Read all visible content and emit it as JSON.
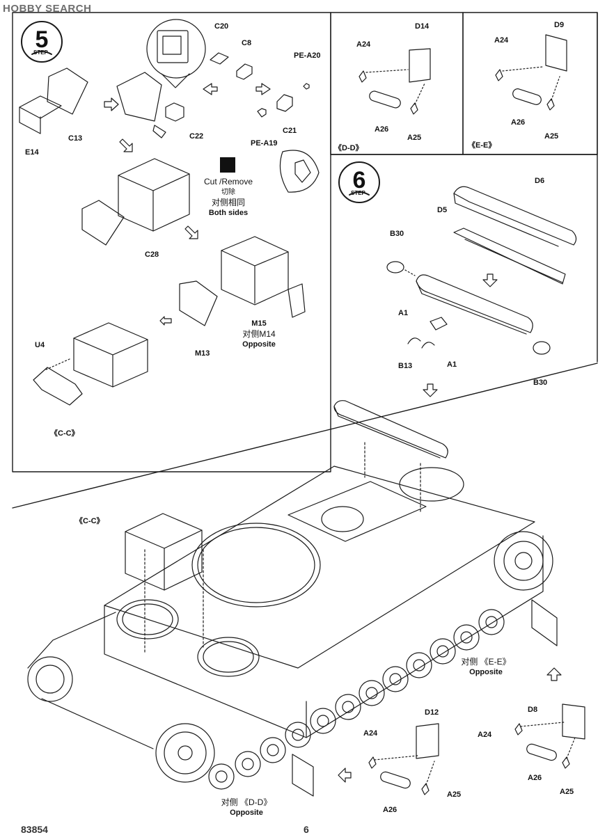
{
  "watermark": "HOBBY SEARCH",
  "steps": [
    {
      "number": "5",
      "word": "STEP"
    },
    {
      "number": "6",
      "word": "STEP"
    }
  ],
  "step5": {
    "parts": [
      "C20",
      "C8",
      "PE-A20",
      "C22",
      "C21",
      "PE-A19",
      "C13",
      "E14",
      "C28",
      "M13",
      "U4"
    ],
    "cut_note": {
      "en": "Cut /Remove",
      "zh": "切除"
    },
    "both_sides": {
      "zh": "对侧相同",
      "en": "Both sides"
    },
    "m15_note": {
      "part": "M15",
      "zh": "对侧M14",
      "en": "Opposite"
    },
    "section": "《C-C》"
  },
  "detail_dd": {
    "parts": [
      "A24",
      "D14",
      "A26",
      "A25"
    ],
    "section": "《D-D》"
  },
  "detail_ee": {
    "parts": [
      "A24",
      "D9",
      "A26",
      "A25"
    ],
    "section": "《E-E》"
  },
  "step6": {
    "parts": [
      "D6",
      "D5",
      "B30",
      "A1",
      "B13",
      "A1",
      "B30"
    ]
  },
  "main": {
    "cc_label": "《C-C》",
    "ee_opposite": {
      "zh": "对侧 《E-E》",
      "en": "Opposite"
    },
    "dd_opposite": {
      "zh": "对侧 《D-D》",
      "en": "Opposite"
    },
    "right_assembly": {
      "parts": [
        "D8",
        "A24",
        "A26",
        "A25"
      ]
    },
    "left_assembly": {
      "parts": [
        "D12",
        "A24",
        "A26",
        "A25"
      ]
    }
  },
  "footer": {
    "code": "83854",
    "page": "6"
  }
}
